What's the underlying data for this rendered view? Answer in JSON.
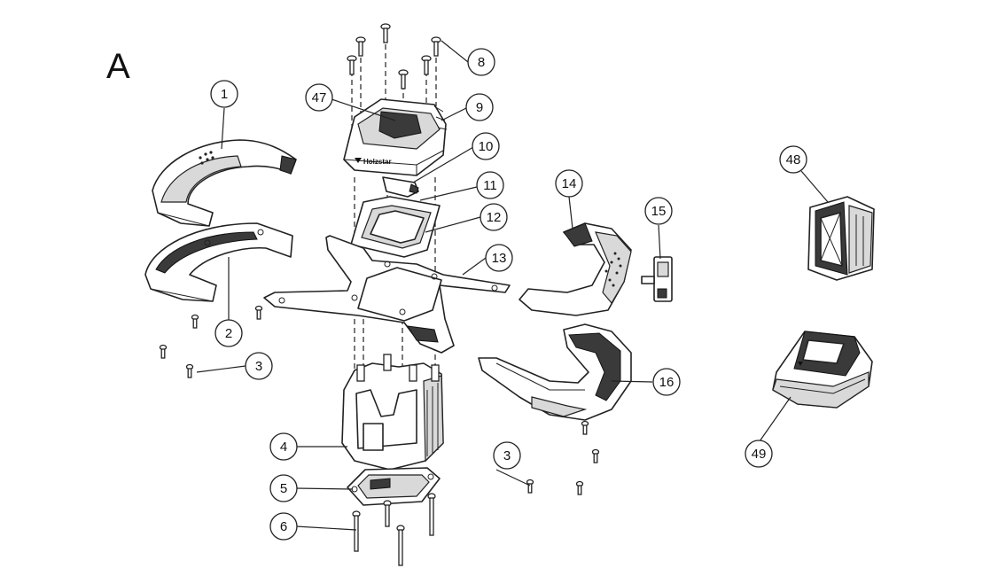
{
  "sheet_label": "A",
  "logo_text": "Holzstar",
  "callouts": [
    {
      "label": "1"
    },
    {
      "label": "2"
    },
    {
      "label": "3"
    },
    {
      "label": "3"
    },
    {
      "label": "4"
    },
    {
      "label": "5"
    },
    {
      "label": "6"
    },
    {
      "label": "8"
    },
    {
      "label": "47"
    },
    {
      "label": "9"
    },
    {
      "label": "10"
    },
    {
      "label": "11"
    },
    {
      "label": "12"
    },
    {
      "label": "13"
    },
    {
      "label": "14"
    },
    {
      "label": "15"
    },
    {
      "label": "16"
    },
    {
      "label": "48"
    },
    {
      "label": "49"
    }
  ]
}
